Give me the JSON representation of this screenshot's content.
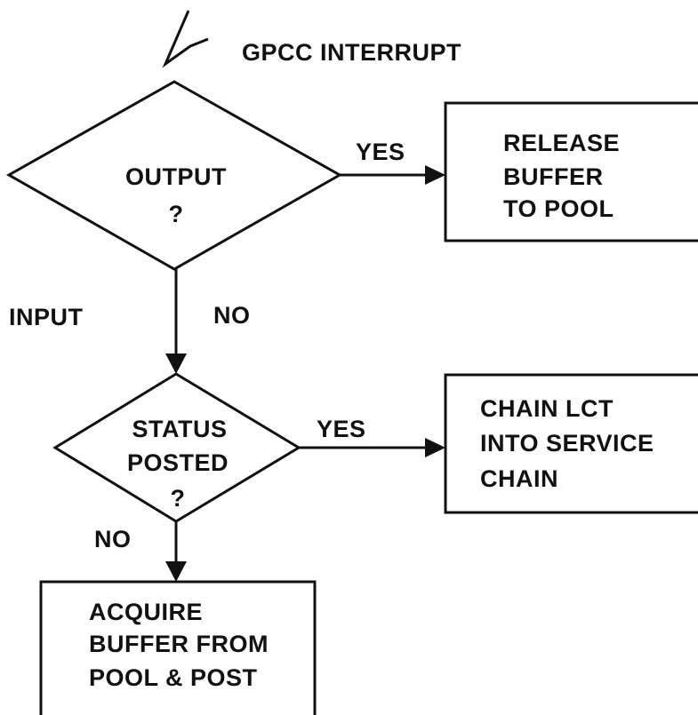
{
  "interrupt": {
    "label": "GPCC INTERRUPT",
    "icon": "lightning-bolt-icon"
  },
  "decision_output": {
    "line1": "OUTPUT",
    "line2": "?"
  },
  "decision_status": {
    "line1": "STATUS",
    "line2": "POSTED",
    "line3": "?"
  },
  "release_box": {
    "line1": "RELEASE",
    "line2": "BUFFER",
    "line3": "TO POOL"
  },
  "chain_box": {
    "line1": "CHAIN LCT",
    "line2": "INTO SERVICE",
    "line3": "CHAIN"
  },
  "acquire_box": {
    "line1": "ACQUIRE",
    "line2": "BUFFER FROM",
    "line3": "POOL & POST"
  },
  "edges": {
    "output_yes": "YES",
    "output_no": "NO",
    "input_side": "INPUT",
    "status_yes": "YES",
    "status_no": "NO"
  },
  "colors": {
    "ink": "#111111",
    "background": "#ffffff"
  }
}
